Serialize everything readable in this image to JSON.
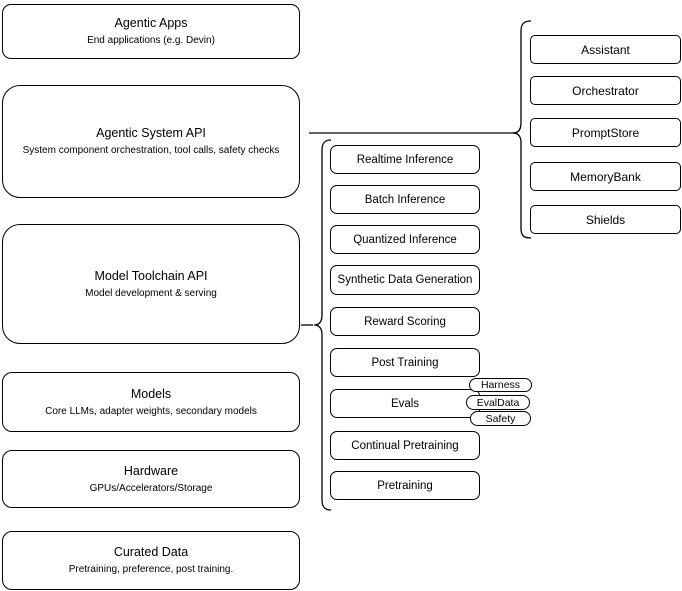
{
  "nodes": {
    "left": [
      {
        "title": "Agentic Apps",
        "subtitle": "End applications (e.g. Devin)"
      },
      {
        "title": "Agentic System API",
        "subtitle": "System component orchestration, tool calls, safety checks"
      },
      {
        "title": "Model Toolchain API",
        "subtitle": "Model development & serving"
      },
      {
        "title": "Models",
        "subtitle": "Core LLMs, adapter weights, secondary models"
      },
      {
        "title": "Hardware",
        "subtitle": "GPUs/Accelerators/Storage"
      },
      {
        "title": "Curated Data",
        "subtitle": "Pretraining, preference, post training."
      }
    ],
    "toolchain_items": [
      "Realtime Inference",
      "Batch Inference",
      "Quantized Inference",
      "Synthetic Data Generation",
      "Reward Scoring",
      "Post Training",
      "Evals",
      "Continual Pretraining",
      "Pretraining"
    ],
    "evals_tags": [
      "Harness",
      "EvalData",
      "Safety"
    ],
    "system_components": [
      "Assistant",
      "Orchestrator",
      "PromptStore",
      "MemoryBank",
      "Shields"
    ]
  },
  "colors": {
    "stroke": "#000000",
    "node_fill": "#ffffff",
    "text": "#000000",
    "background": "#ffffff"
  }
}
